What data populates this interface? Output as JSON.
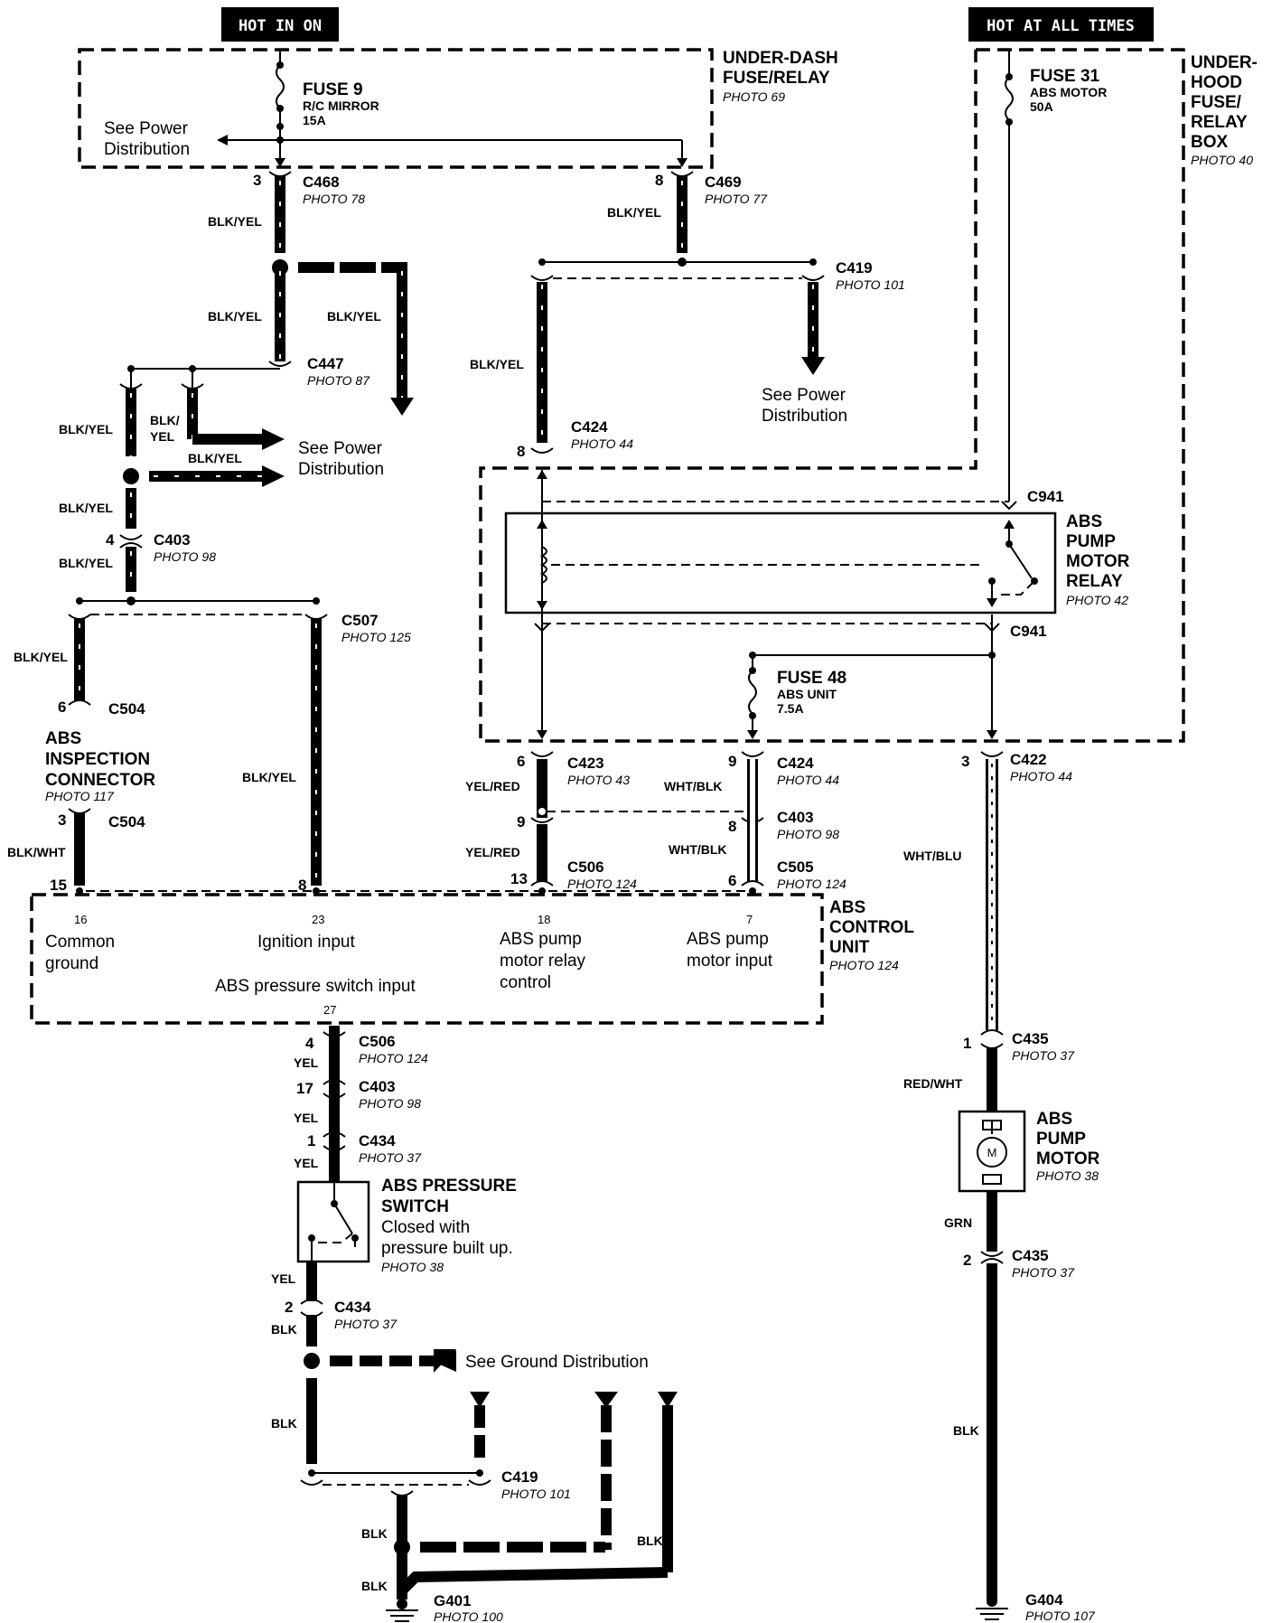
{
  "power_tags": {
    "hot_in_on": "HOT IN ON",
    "hot_at_all_times": "HOT AT ALL TIMES"
  },
  "boxes": {
    "under_dash": {
      "line1": "UNDER-DASH",
      "line2": "FUSE/RELAY",
      "photo": "PHOTO 69"
    },
    "under_hood": {
      "line1": "UNDER-",
      "line2": "HOOD",
      "line3": "FUSE/",
      "line4": "RELAY",
      "line5": "BOX",
      "photo": "PHOTO 40"
    },
    "pump_relay": {
      "line1": "ABS",
      "line2": "PUMP",
      "line3": "MOTOR",
      "line4": "RELAY",
      "photo": "PHOTO 42"
    },
    "control_unit": {
      "line1": "ABS",
      "line2": "CONTROL",
      "line3": "UNIT",
      "photo": "PHOTO 124"
    },
    "pressure_switch": {
      "line1": "ABS PRESSURE",
      "line2": "SWITCH",
      "line3": "Closed with",
      "line4": "pressure built up.",
      "photo": "PHOTO 38"
    },
    "pump_motor": {
      "line1": "ABS",
      "line2": "PUMP",
      "line3": "MOTOR",
      "photo": "PHOTO 38",
      "symbol": "M"
    },
    "inspection": {
      "line1": "ABS",
      "line2": "INSPECTION",
      "line3": "CONNECTOR",
      "photo": "PHOTO 117"
    }
  },
  "fuses": {
    "f9": {
      "name": "FUSE 9",
      "desc": "R/C MIRROR",
      "rating": "15A"
    },
    "f31": {
      "name": "FUSE 31",
      "desc": "ABS MOTOR",
      "rating": "50A"
    },
    "f48": {
      "name": "FUSE 48",
      "desc": "ABS UNIT",
      "rating": "7.5A"
    }
  },
  "connectors": {
    "c468": {
      "id": "C468",
      "photo": "PHOTO 78",
      "pin": "3"
    },
    "c469": {
      "id": "C469",
      "photo": "PHOTO 77",
      "pin": "8"
    },
    "c419a": {
      "id": "C419",
      "photo": "PHOTO 101"
    },
    "c447": {
      "id": "C447",
      "photo": "PHOTO 87"
    },
    "c424a": {
      "id": "C424",
      "photo": "PHOTO 44",
      "pin": "8"
    },
    "c403a": {
      "id": "C403",
      "photo": "PHOTO 98",
      "pin": "4"
    },
    "c507": {
      "id": "C507",
      "photo": "PHOTO 125"
    },
    "c504a": {
      "id": "C504",
      "pin": "6"
    },
    "c504b": {
      "id": "C504",
      "pin": "3"
    },
    "c941a": {
      "id": "C941"
    },
    "c941b": {
      "id": "C941"
    },
    "c423": {
      "id": "C423",
      "photo": "PHOTO 43",
      "pin": "6"
    },
    "c424b": {
      "id": "C424",
      "photo": "PHOTO 44",
      "pin": "9"
    },
    "c422": {
      "id": "C422",
      "photo": "PHOTO 44",
      "pin": "3"
    },
    "c403b": {
      "id": "C403",
      "photo": "PHOTO 98",
      "pin_a": "9",
      "pin_b": "8"
    },
    "c506a": {
      "id": "C506",
      "photo": "PHOTO 124",
      "pin": "13"
    },
    "c505": {
      "id": "C505",
      "photo": "PHOTO 124",
      "pin": "6"
    },
    "c506b": {
      "id": "C506",
      "photo": "PHOTO 124",
      "pin": "4"
    },
    "c403c": {
      "id": "C403",
      "photo": "PHOTO 98",
      "pin": "17"
    },
    "c434a": {
      "id": "C434",
      "photo": "PHOTO 37",
      "pin": "1"
    },
    "c434b": {
      "id": "C434",
      "photo": "PHOTO 37",
      "pin": "2"
    },
    "c435a": {
      "id": "C435",
      "photo": "PHOTO 37",
      "pin": "1"
    },
    "c435b": {
      "id": "C435",
      "photo": "PHOTO 37",
      "pin": "2"
    },
    "c419b": {
      "id": "C419",
      "photo": "PHOTO 101"
    }
  },
  "grounds": {
    "g401": {
      "id": "G401",
      "photo": "PHOTO 100"
    },
    "g404": {
      "id": "G404",
      "photo": "PHOTO 107"
    }
  },
  "wires": {
    "blk_yel": "BLK/YEL",
    "blk_yel_a": "BLK/",
    "blk_yel_b": "YEL",
    "blk_wht": "BLK/WHT",
    "yel_red": "YEL/RED",
    "wht_blk": "WHT/BLK",
    "wht_blu": "WHT/BLU",
    "red_wht": "RED/WHT",
    "grn": "GRN",
    "yel": "YEL",
    "blk": "BLK"
  },
  "references": {
    "see_power_1": "See Power",
    "see_power_2": "Distribution",
    "see_ground": "See Ground Distribution"
  },
  "ecu_pins": {
    "p16": {
      "pin": "16",
      "label1": "Common",
      "label2": "ground",
      "outer": "15"
    },
    "p23": {
      "pin": "23",
      "label1": "Ignition input",
      "outer": "8"
    },
    "p18": {
      "pin": "18",
      "label1": "ABS pump",
      "label2": "motor relay",
      "label3": "control"
    },
    "p7": {
      "pin": "7",
      "label1": "ABS pump",
      "label2": "motor input"
    },
    "p27": {
      "pin": "27",
      "label1": "ABS pressure switch input"
    }
  }
}
